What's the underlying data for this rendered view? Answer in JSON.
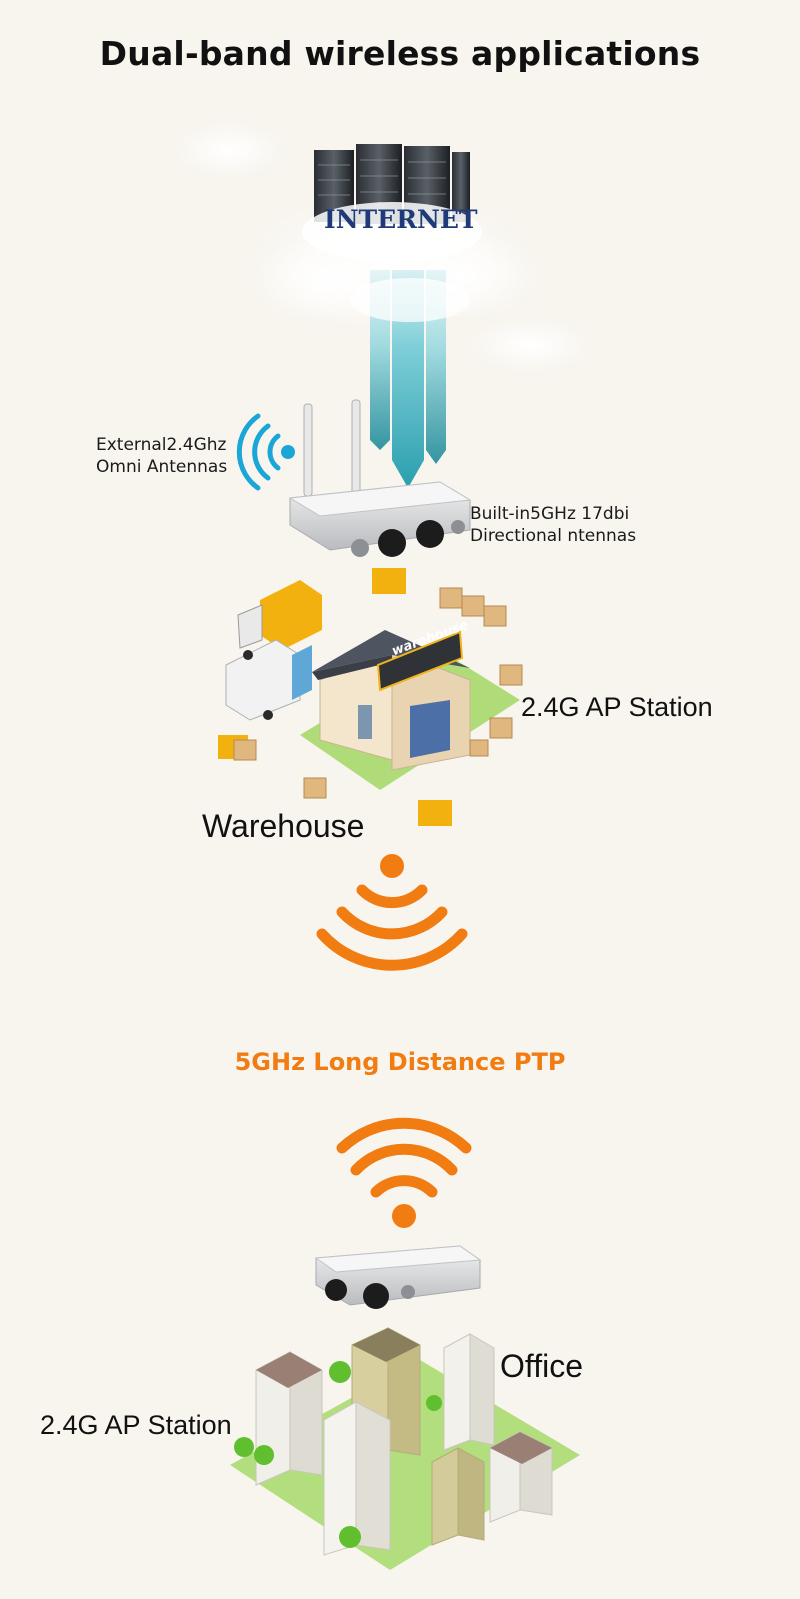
{
  "page": {
    "title": "Dual-band wireless applications"
  },
  "internet": {
    "label": "INTERNET"
  },
  "main_ap": {
    "external_antenna_label_line1": "External2.4Ghz",
    "external_antenna_label_line2": "Omni Antennas",
    "builtin_antenna_label_line1": "Built-in5GHz 17dbi",
    "builtin_antenna_label_line2": "Directional ntennas"
  },
  "warehouse": {
    "sign": "warehouse",
    "name": "Warehouse",
    "station_label": "2.4G AP Station"
  },
  "link": {
    "label": "5GHz Long Distance PTP"
  },
  "office": {
    "name": "Office",
    "station_label": "2.4G AP Station"
  },
  "colors": {
    "background": "#f8f5ef",
    "wifi_blue": "#1aa6d6",
    "wifi_orange": "#f07c12",
    "beam_teal": "#3fb6c6",
    "internet_text": "#1e3a78"
  }
}
